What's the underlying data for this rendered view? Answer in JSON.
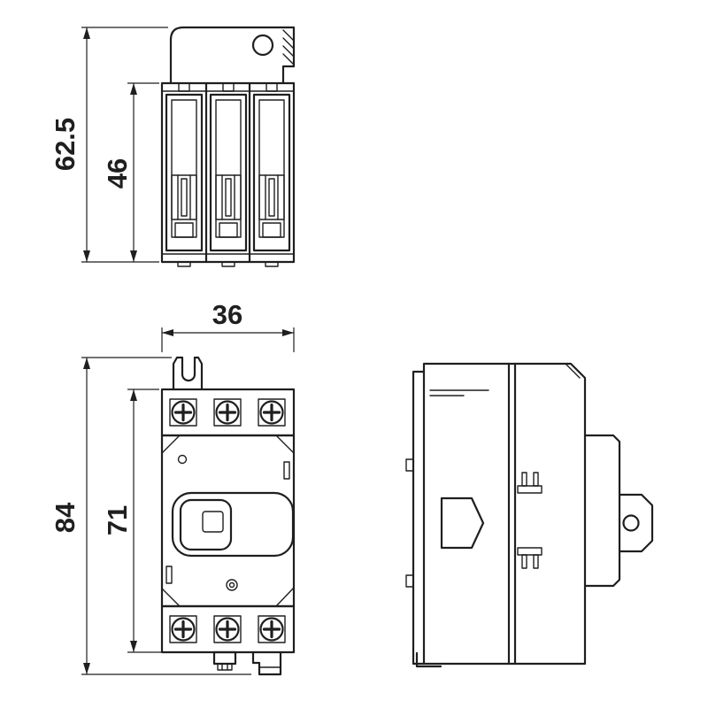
{
  "dimensions": {
    "top_overall_height": "62.5",
    "top_body_height": "46",
    "front_width": "36",
    "front_overall_height": "84",
    "front_body_height": "71"
  },
  "colors": {
    "line": "#1f1f1f",
    "background": "#ffffff"
  }
}
